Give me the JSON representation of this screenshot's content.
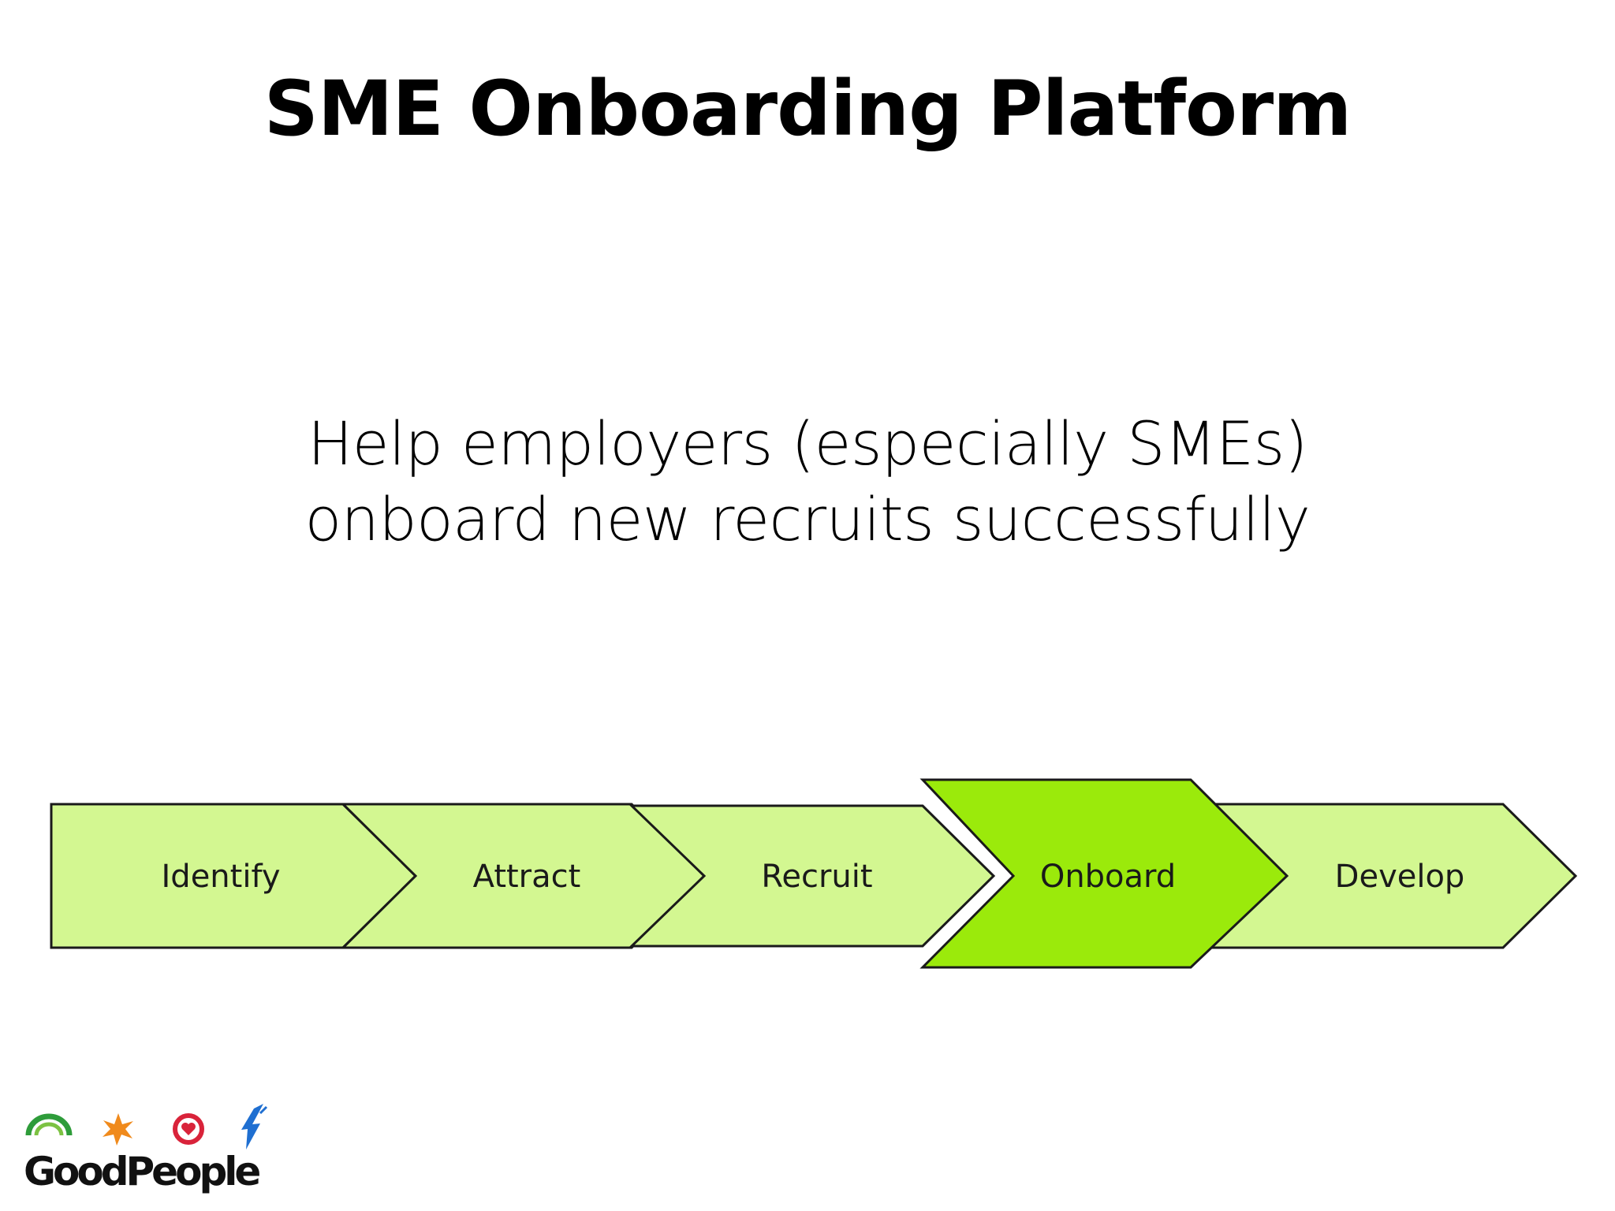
{
  "slide": {
    "title": "SME Onboarding Platform",
    "subtitle_line1": "Help employers (especially SMEs)",
    "subtitle_line2": "onboard new recruits successfully"
  },
  "process": {
    "steps": [
      {
        "label": "Identify",
        "highlighted": false
      },
      {
        "label": "Attract",
        "highlighted": false
      },
      {
        "label": "Recruit",
        "highlighted": false
      },
      {
        "label": "Onboard",
        "highlighted": true
      },
      {
        "label": "Develop",
        "highlighted": false
      }
    ],
    "colors": {
      "normal_fill": "#d3f791",
      "highlight_fill": "#9bea0b",
      "stroke": "#1a1a1a"
    }
  },
  "logo": {
    "wordmark": "GoodPeople",
    "icons": [
      "rainbow-icon",
      "star-icon",
      "heart-icon",
      "lightning-icon"
    ],
    "icon_colors": [
      "#2e9c3a",
      "#f08a1c",
      "#d9233a",
      "#1f6fd1"
    ]
  }
}
